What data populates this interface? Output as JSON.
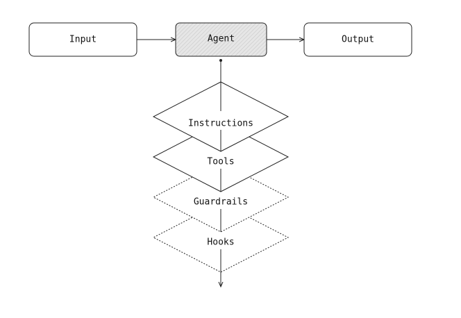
{
  "diagram": {
    "nodes": {
      "input": "Input",
      "agent": "Agent",
      "output": "Output"
    },
    "layers": [
      {
        "label": "Instructions",
        "style": "solid"
      },
      {
        "label": "Tools",
        "style": "solid"
      },
      {
        "label": "Guardrails",
        "style": "dotted"
      },
      {
        "label": "Hooks",
        "style": "dotted"
      }
    ]
  },
  "colors": {
    "stroke": "#222222",
    "agent_fill": "#e6e6e6",
    "agent_hatch": "#c8c8c8",
    "background": "#ffffff"
  }
}
